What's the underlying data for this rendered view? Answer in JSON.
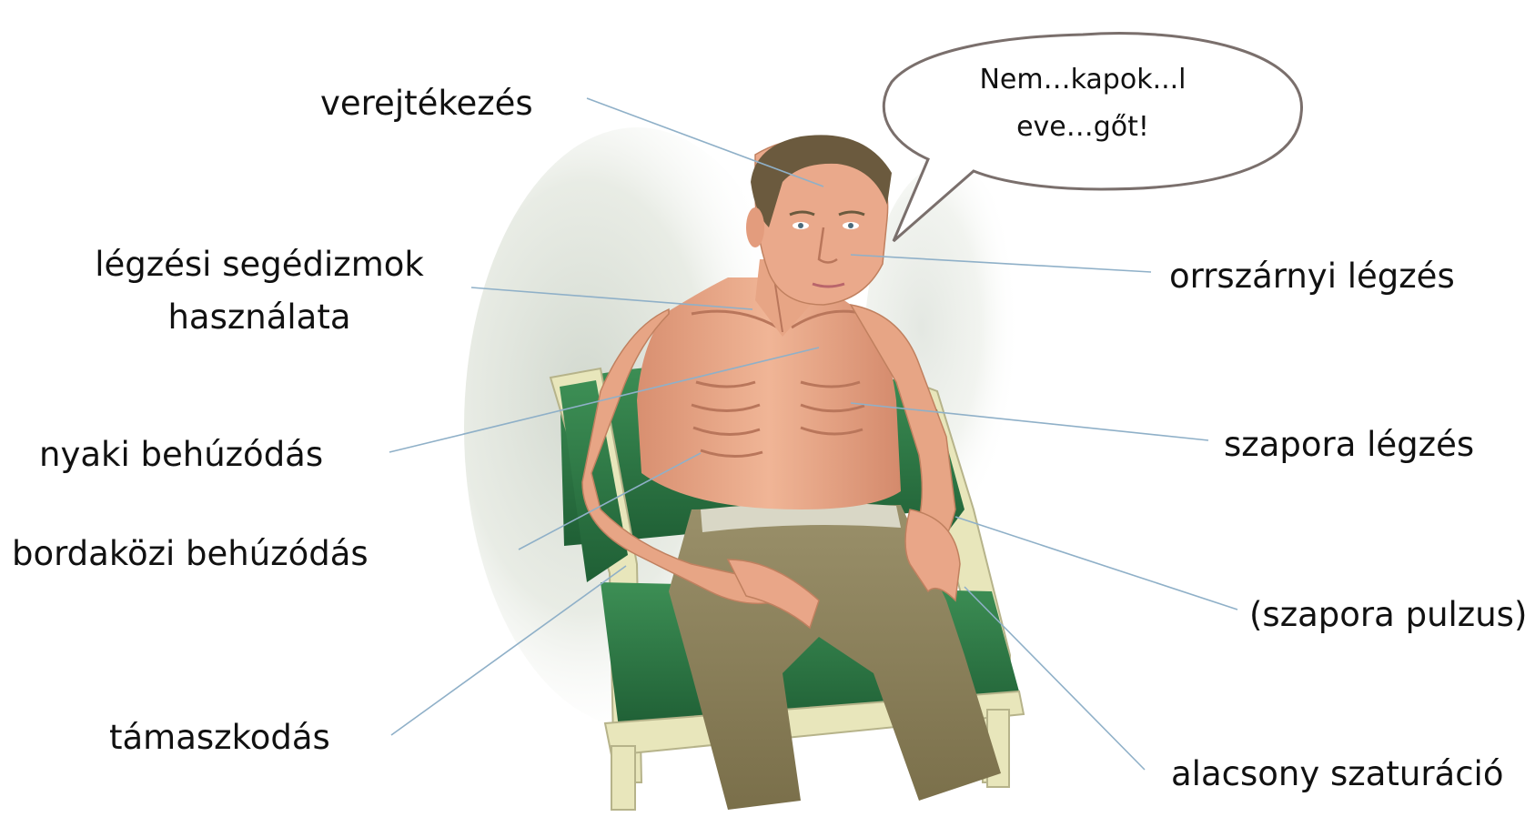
{
  "labels": {
    "sweating": "verejtékezés",
    "accessory_muscles_line1": "légzési segédizmok",
    "accessory_muscles_line2": "használata",
    "neck_retraction": "nyaki behúzódás",
    "intercostal_retraction": "bordaközi behúzódás",
    "leaning": "támaszkodás",
    "nasal_flaring": "orrszárnyi légzés",
    "rapid_breathing": "szapora légzés",
    "rapid_pulse": "(szapora pulzus)",
    "low_saturation": "alacsony szaturáció"
  },
  "speech_bubble": {
    "line1": "Nem…kapok...l",
    "line2": "eve…gőt!"
  },
  "colors": {
    "leader_line": "#8fb0c8",
    "bubble_stroke": "#7a6f6c",
    "skin": "#e9a688",
    "skin_shadow": "#c97c62",
    "hair": "#6b5a3e",
    "chair_green": "#2f7a45",
    "chair_frame": "#e7e5b4",
    "trousers": "#8a7f57",
    "background_wash": "#d9ddd3"
  }
}
